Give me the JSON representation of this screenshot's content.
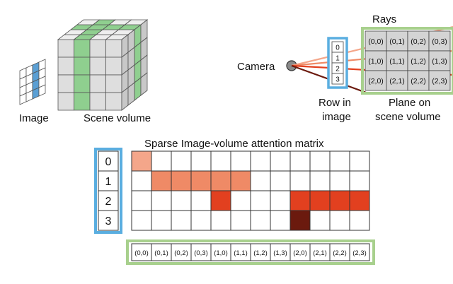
{
  "labels": {
    "image": "Image",
    "scene_volume": "Scene volume",
    "rays": "Rays",
    "camera": "Camera",
    "row_in_image_1": "Row in",
    "row_in_image_2": "image",
    "plane_1": "Plane on",
    "plane_2": "scene volume",
    "matrix_title": "Sparse Image-volume attention matrix"
  },
  "row_indices": [
    "0",
    "1",
    "2",
    "3"
  ],
  "plane_cells": [
    [
      "(0,0)",
      "(0,1)",
      "(0,2)",
      "(0,3)"
    ],
    [
      "(1,0)",
      "(1,1)",
      "(1,2)",
      "(1,3)"
    ],
    [
      "(2,0)",
      "(2,1)",
      "(2,2)",
      "(2,3)"
    ]
  ],
  "volume_columns": [
    "(0,0)",
    "(0,1)",
    "(0,2)",
    "(0,3)",
    "(1,0)",
    "(1,1)",
    "(1,2)",
    "(1,3)",
    "(2,0)",
    "(2,1)",
    "(2,2)",
    "(2,3)"
  ],
  "attention_cells": [
    {
      "row": 0,
      "col": 0,
      "color": "#f4a68a"
    },
    {
      "row": 1,
      "col": 1,
      "color": "#ef8a66"
    },
    {
      "row": 1,
      "col": 2,
      "color": "#ef8a66"
    },
    {
      "row": 1,
      "col": 3,
      "color": "#ef8a66"
    },
    {
      "row": 1,
      "col": 4,
      "color": "#ef8a66"
    },
    {
      "row": 1,
      "col": 5,
      "color": "#ef8a66"
    },
    {
      "row": 2,
      "col": 4,
      "color": "#e2401f"
    },
    {
      "row": 2,
      "col": 8,
      "color": "#e2401f"
    },
    {
      "row": 2,
      "col": 9,
      "color": "#e2401f"
    },
    {
      "row": 2,
      "col": 10,
      "color": "#e2401f"
    },
    {
      "row": 2,
      "col": 11,
      "color": "#e2401f"
    },
    {
      "row": 3,
      "col": 8,
      "color": "#6b1a0e"
    }
  ],
  "colors": {
    "blue_frame": "#5aaee0",
    "green_frame": "#a8d08d",
    "cube_green": "#8fcf8f",
    "image_highlight": "#5a9fd4",
    "plane_fill": "#d4d4d4",
    "ray_light": "#f4a68a",
    "ray_mid": "#ef8a66",
    "ray_strong": "#e2401f",
    "ray_dark": "#6b1a0e"
  }
}
